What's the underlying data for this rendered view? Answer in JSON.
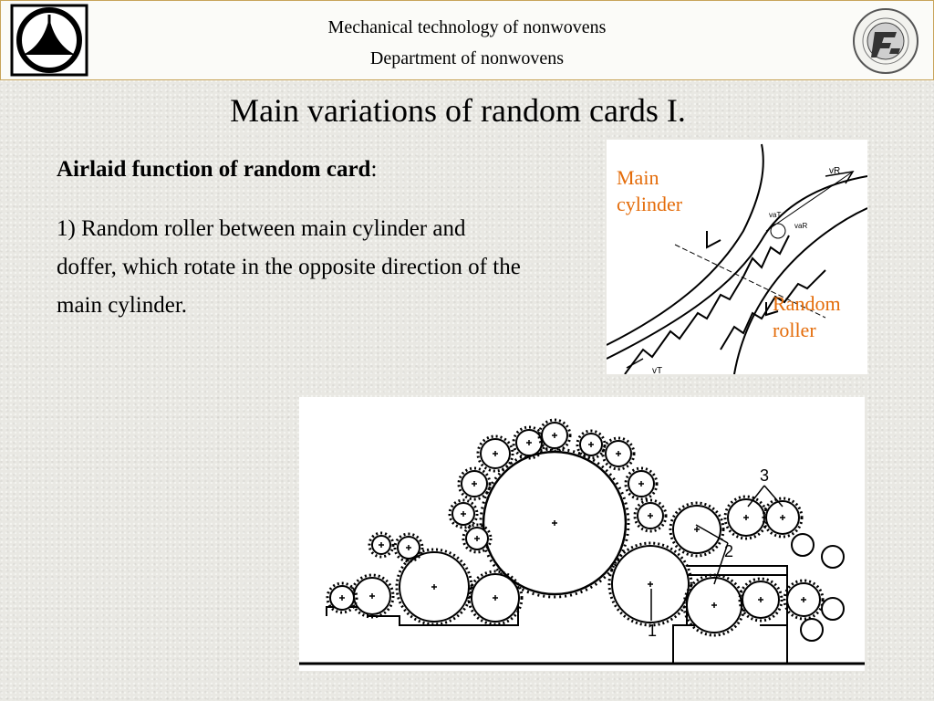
{
  "header": {
    "line1": "Mechanical technology of nonwovens",
    "line2": "Department of nonwovens"
  },
  "title": "Main variations of random cards I.",
  "subheading": {
    "bold": "Airlaid function of random card",
    "suffix": ":"
  },
  "body": "1) Random roller between main cylinder and doffer, which rotate in the opposite direction of the main cylinder.",
  "figure_top": {
    "label_main_line1": "Main",
    "label_main_line2": "cylinder",
    "label_random_line1": "Random",
    "label_random_line2": "roller",
    "vector_labels": [
      "vR",
      "vaT",
      "vaR",
      "vT"
    ]
  },
  "figure_bottom": {
    "labels": [
      "1",
      "2",
      "3"
    ]
  },
  "colors": {
    "accent_label": "#e46c0a",
    "header_border": "#c8a45a"
  }
}
